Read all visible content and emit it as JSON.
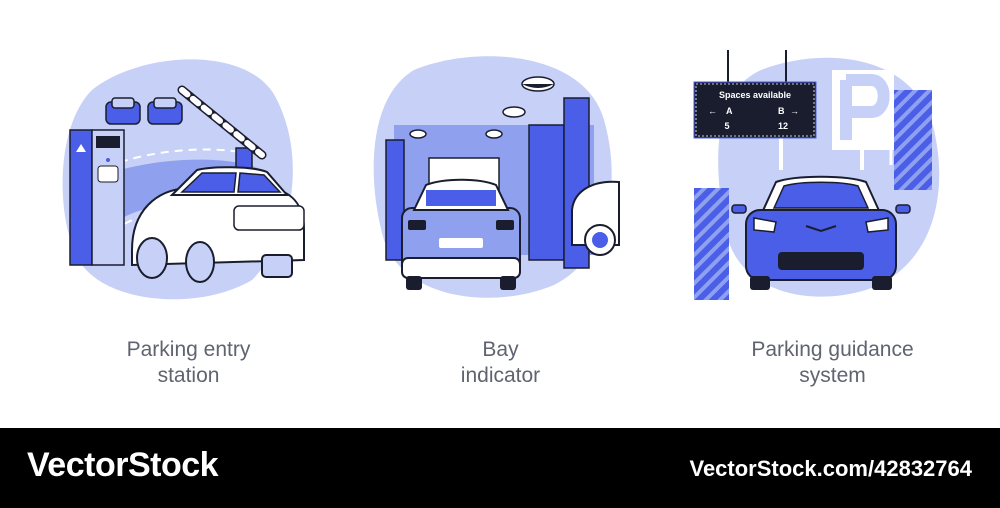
{
  "panels": [
    {
      "caption_line1": "Parking entry",
      "caption_line2": "station"
    },
    {
      "caption_line1": "Bay",
      "caption_line2": "indicator"
    },
    {
      "caption_line1": "Parking guidance",
      "caption_line2": "system",
      "sign": {
        "title": "Spaces available",
        "left_label": "A",
        "right_label": "B",
        "left_count": "5",
        "right_count": "12"
      }
    }
  ],
  "footer": {
    "brand": "VectorStock",
    "reference": "VectorStock.com/42832764"
  },
  "colors": {
    "primary": "#4a5ee8",
    "light": "#c7d0f7",
    "mid": "#8fa0ef",
    "dark": "#1a1d2e",
    "caption": "#5f6470"
  },
  "icons": [
    "ticket-machine-icon",
    "barrier-icon",
    "car-icon",
    "ceiling-light-icon",
    "parking-sign-icon"
  ]
}
